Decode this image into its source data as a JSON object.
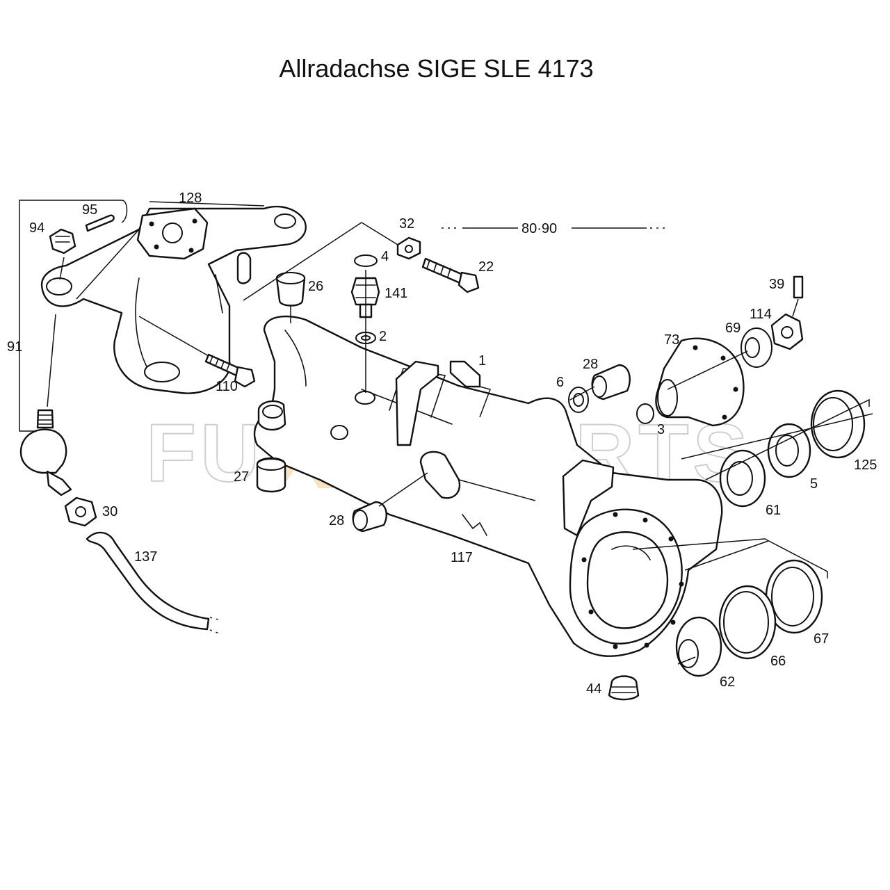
{
  "title": "Allradachse SIGE SLE 4173",
  "watermark": {
    "text": "FUXXPARTS",
    "color": "#f2d9a6"
  },
  "callouts": [
    "1",
    "2",
    "3",
    "4",
    "5",
    "6",
    "22",
    "26",
    "27",
    "28",
    "28",
    "30",
    "32",
    "39",
    "44",
    "61",
    "62",
    "66",
    "67",
    "69",
    "73",
    "91",
    "94",
    "95",
    "110",
    "114",
    "117",
    "125",
    "128",
    "137",
    "141",
    "80·90"
  ]
}
